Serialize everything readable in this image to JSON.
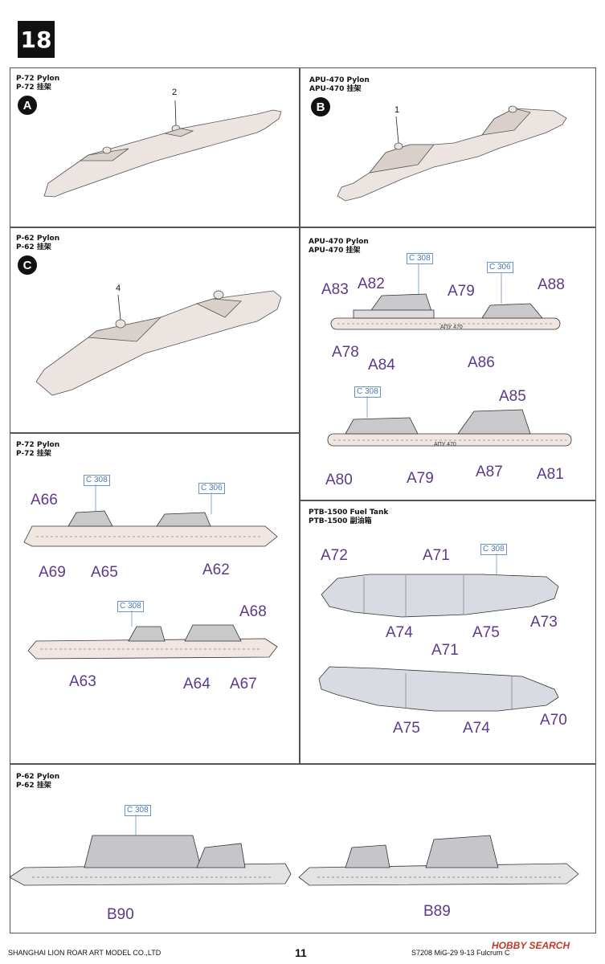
{
  "step": "18",
  "panels": {
    "a": {
      "title_en": "P-72 Pylon",
      "title_cn": "P-72 挂架",
      "badge": "A",
      "part": "2"
    },
    "b": {
      "title_en": "APU-470 Pylon",
      "title_cn": "APU-470 挂架",
      "badge": "B",
      "part": "1"
    },
    "c": {
      "title_en": "P-62 Pylon",
      "title_cn": "P-62 挂架",
      "badge": "C",
      "part": "4"
    },
    "apu": {
      "title_en": "APU-470 Pylon",
      "title_cn": "APU-470 挂架",
      "cref1": "C 308",
      "cref2": "C 306",
      "cref3": "C 308",
      "labels": [
        "A83",
        "A82",
        "A79",
        "A88",
        "A78",
        "A84",
        "A86",
        "A85",
        "A80",
        "A79",
        "A87",
        "A81"
      ],
      "stencil": "AПУ 470"
    },
    "p72": {
      "title_en": "P-72 Pylon",
      "title_cn": "P-72 挂架",
      "cref1": "C 308",
      "cref2": "C 306",
      "cref3": "C 308",
      "labels": [
        "A66",
        "A69",
        "A65",
        "A62",
        "A68",
        "A63",
        "A64",
        "A67"
      ]
    },
    "ptb": {
      "title_en": "PTB-1500  Fuel Tank",
      "title_cn": "PTB-1500 副油箱",
      "cref": "C 308",
      "labels": [
        "A72",
        "A71",
        "A73",
        "A74",
        "A75",
        "A71",
        "A70",
        "A75",
        "A74"
      ]
    },
    "p62": {
      "title_en": "P-62 Pylon",
      "title_cn": "P-62 挂架",
      "cref": "C 308",
      "labels": [
        "B90",
        "B89"
      ]
    }
  },
  "footer": {
    "company": "SHANGHAI LION ROAR ART MODEL CO.,LTD",
    "page": "11",
    "product": "S7208 MiG-29 9-13 Fulcrum C",
    "watermark": "HOBBY SEARCH"
  }
}
